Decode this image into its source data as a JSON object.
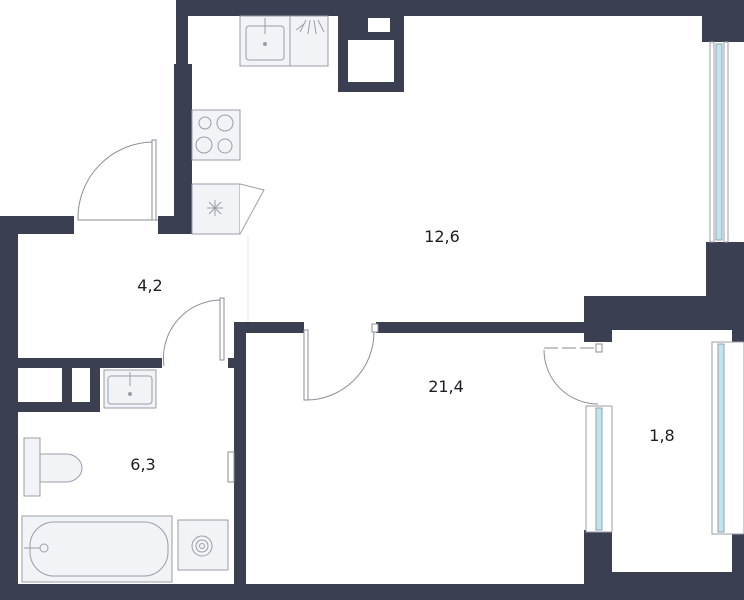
{
  "colors": {
    "wall": "#3a3f52",
    "fixture": "#f2f3f6",
    "fixture_stroke": "#9a9ea8",
    "window": "#bfe6f0",
    "door": "#8a8e99",
    "label": "#1b1d24"
  },
  "rooms": [
    {
      "id": "kitchen-living",
      "area": "12,6"
    },
    {
      "id": "hallway",
      "area": "4,2"
    },
    {
      "id": "bathroom",
      "area": "6,3"
    },
    {
      "id": "bedroom",
      "area": "21,4"
    },
    {
      "id": "balcony",
      "area": "1,8"
    }
  ],
  "fixtures": [
    {
      "kind": "kitchen-sink-icon"
    },
    {
      "kind": "dishwasher-icon"
    },
    {
      "kind": "cooktop-icon"
    },
    {
      "kind": "fridge-icon"
    },
    {
      "kind": "bathroom-sink-icon"
    },
    {
      "kind": "toilet-icon"
    },
    {
      "kind": "bathtub-icon"
    },
    {
      "kind": "washing-machine-icon"
    }
  ]
}
